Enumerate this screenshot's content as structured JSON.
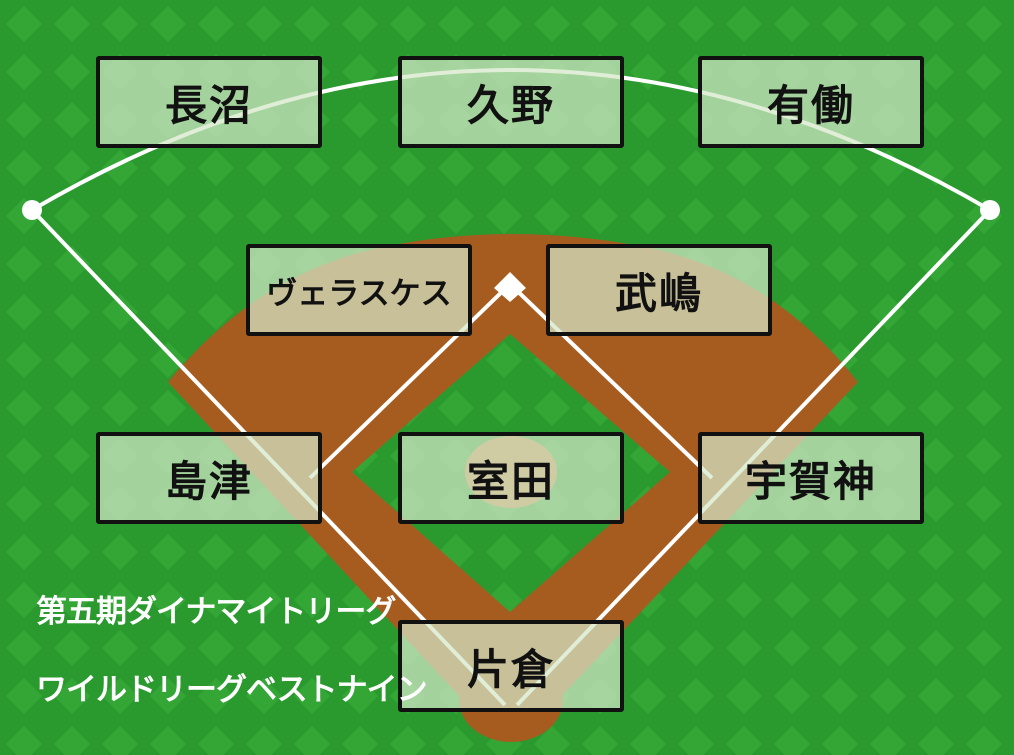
{
  "colors": {
    "grass": "#2a9a2e",
    "grass_diamond": "#33a636",
    "dirt": "#a75c1f",
    "line": "#ffffff",
    "box_fill": "#d4e8c8",
    "box_border": "#111111"
  },
  "positions": {
    "left_field": "長沼",
    "center_field": "久野",
    "right_field": "有働",
    "shortstop": "ヴェラスケス",
    "second_base": "武嶋",
    "third_base": "島津",
    "pitcher": "室田",
    "first_base": "宇賀神",
    "catcher": "片倉"
  },
  "caption": {
    "line1": "第五期ダイナマイトリーグ",
    "line2": "ワイルドリーグベストナイン"
  }
}
